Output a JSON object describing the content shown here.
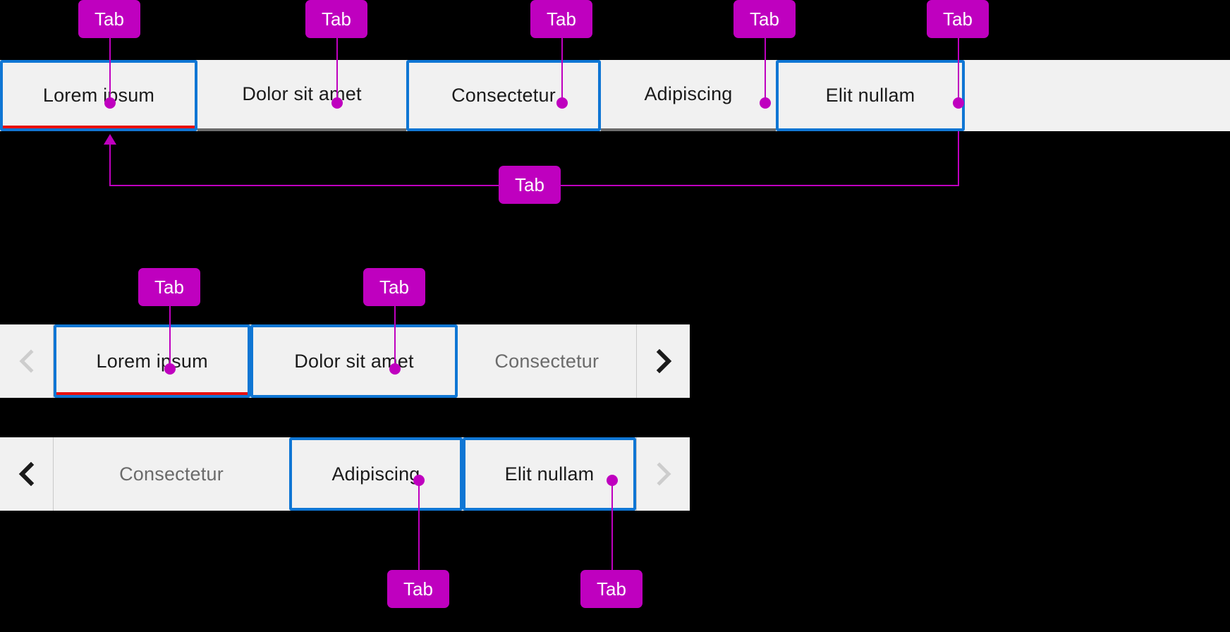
{
  "strip1": {
    "name": "full-width-tab-bar",
    "tabs": [
      {
        "label": "Lorem ipsum",
        "state": "selected-focused"
      },
      {
        "label": "Dolor sit amet",
        "state": "plain"
      },
      {
        "label": "Consectetur",
        "state": "focused"
      },
      {
        "label": "Adipiscing",
        "state": "plain"
      },
      {
        "label": "Elit nullam",
        "state": "focused"
      }
    ]
  },
  "strip2": {
    "name": "scrollable-tab-bar-page-1",
    "prev_label": "‹",
    "next_label": "›",
    "prev_enabled": false,
    "next_enabled": true,
    "tabs": [
      {
        "label": "Lorem ipsum",
        "state": "selected-focused"
      },
      {
        "label": "Dolor sit amet",
        "state": "focused"
      },
      {
        "label": "Consectetur",
        "state": "muted"
      }
    ]
  },
  "strip3": {
    "name": "scrollable-tab-bar-page-2",
    "prev_label": "‹",
    "next_label": "›",
    "prev_enabled": true,
    "next_enabled": false,
    "tabs": [
      {
        "label": "Consectetur",
        "state": "muted"
      },
      {
        "label": "Adipiscing",
        "state": "focused"
      },
      {
        "label": "Elit nullam",
        "state": "focused"
      }
    ]
  },
  "annotations": {
    "badge_label": "Tab",
    "badges": [
      {
        "id": "a1",
        "label": "Tab"
      },
      {
        "id": "a2",
        "label": "Tab"
      },
      {
        "id": "a3",
        "label": "Tab"
      },
      {
        "id": "a4",
        "label": "Tab"
      },
      {
        "id": "a5",
        "label": "Tab"
      },
      {
        "id": "a6",
        "label": "Tab"
      },
      {
        "id": "a7",
        "label": "Tab"
      },
      {
        "id": "a8",
        "label": "Tab"
      },
      {
        "id": "a9",
        "label": "Tab"
      },
      {
        "id": "a10",
        "label": "Tab"
      }
    ]
  },
  "colors": {
    "annotation": "#bf00bf",
    "focus_blue": "#0f76d4",
    "selected_red": "#e8100f",
    "tab_bg": "#f1f1f1",
    "plain_rule": "#6d6d6d",
    "page_bg": "#000000",
    "muted_text": "#6b6b6b",
    "text": "#1b1b1b"
  }
}
